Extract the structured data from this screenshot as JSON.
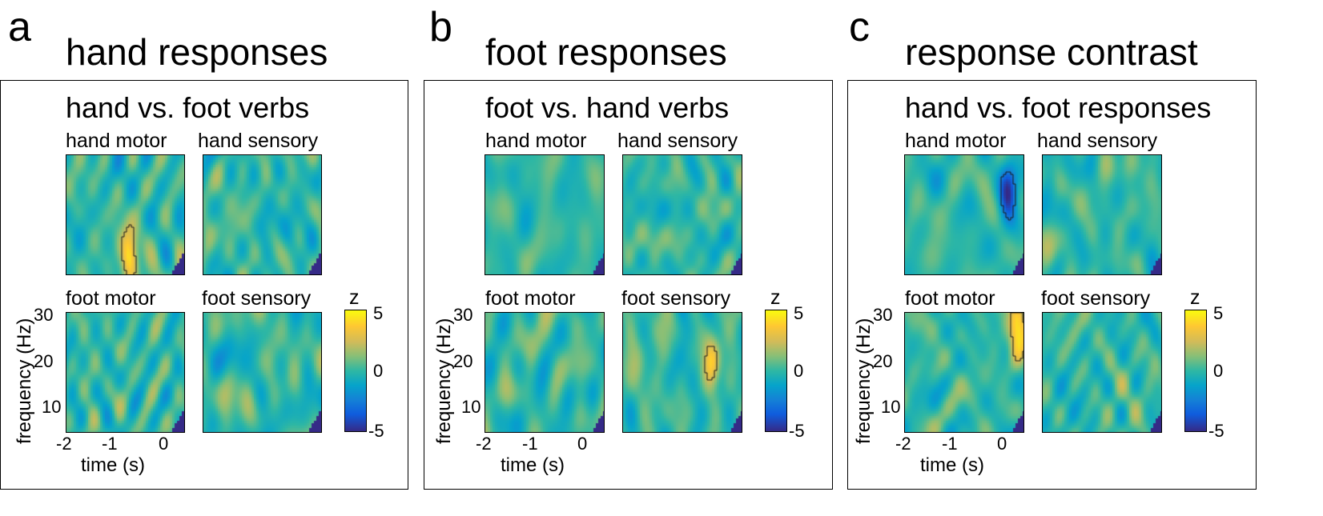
{
  "chart_data": [
    {
      "type": "heatmap",
      "panel": "a",
      "title": "hand responses",
      "subtitle": "hand vs. foot verbs",
      "subplots": [
        {
          "label": "hand motor",
          "seed": 11,
          "clusters": [
            {
              "t_center": -0.75,
              "f_center": 9,
              "sign": 1,
              "amp": 4.2,
              "outlined": true
            }
          ]
        },
        {
          "label": "hand sensory",
          "seed": 23,
          "clusters": []
        },
        {
          "label": "foot motor",
          "seed": 37,
          "clusters": []
        },
        {
          "label": "foot sensory",
          "seed": 41,
          "clusters": []
        }
      ],
      "xlabel": "time (s)",
      "ylabel": "frequency (Hz)",
      "xticks": [
        "-2",
        "-1",
        "0"
      ],
      "yticks": [
        "30",
        "20",
        "10"
      ],
      "xlim": [
        -2.1,
        0.4
      ],
      "ylim": [
        5,
        30
      ],
      "colorbar": {
        "label": "z",
        "min": -5,
        "max": 5,
        "ticks": [
          "5",
          "0",
          "-5"
        ]
      }
    },
    {
      "type": "heatmap",
      "panel": "b",
      "title": "foot responses",
      "subtitle": "foot vs. hand verbs",
      "subplots": [
        {
          "label": "hand motor",
          "seed": 53,
          "clusters": []
        },
        {
          "label": "hand sensory",
          "seed": 67,
          "clusters": []
        },
        {
          "label": "foot motor",
          "seed": 71,
          "clusters": []
        },
        {
          "label": "foot sensory",
          "seed": 83,
          "clusters": [
            {
              "t_center": -0.25,
              "f_center": 20,
              "sign": 1,
              "amp": 4.5,
              "outlined": true
            }
          ]
        }
      ],
      "xlabel": "time (s)",
      "ylabel": "frequency (Hz)",
      "xticks": [
        "-2",
        "-1",
        "0"
      ],
      "yticks": [
        "30",
        "20",
        "10"
      ],
      "xlim": [
        -2.1,
        0.4
      ],
      "ylim": [
        5,
        30
      ],
      "colorbar": {
        "label": "z",
        "min": -5,
        "max": 5,
        "ticks": [
          "5",
          "0",
          "-5"
        ]
      }
    },
    {
      "type": "heatmap",
      "panel": "c",
      "title": "response contrast",
      "subtitle": "hand vs. foot responses",
      "subplots": [
        {
          "label": "hand motor",
          "seed": 97,
          "clusters": [
            {
              "t_center": 0.05,
              "f_center": 22,
              "sign": -1,
              "amp": 4.6,
              "outlined": true
            }
          ]
        },
        {
          "label": "hand sensory",
          "seed": 101,
          "clusters": []
        },
        {
          "label": "foot motor",
          "seed": 113,
          "clusters": [
            {
              "t_center": 0.25,
              "f_center": 26,
              "sign": 1,
              "amp": 4.6,
              "outlined": true
            }
          ]
        },
        {
          "label": "foot sensory",
          "seed": 127,
          "clusters": []
        }
      ],
      "xlabel": "time (s)",
      "ylabel": "frequency (Hz)",
      "xticks": [
        "-2",
        "-1",
        "0"
      ],
      "yticks": [
        "30",
        "20",
        "10"
      ],
      "xlim": [
        -2.1,
        0.4
      ],
      "ylim": [
        5,
        30
      ],
      "colorbar": {
        "label": "z",
        "min": -5,
        "max": 5,
        "ticks": [
          "5",
          "0",
          "-5"
        ]
      }
    }
  ]
}
